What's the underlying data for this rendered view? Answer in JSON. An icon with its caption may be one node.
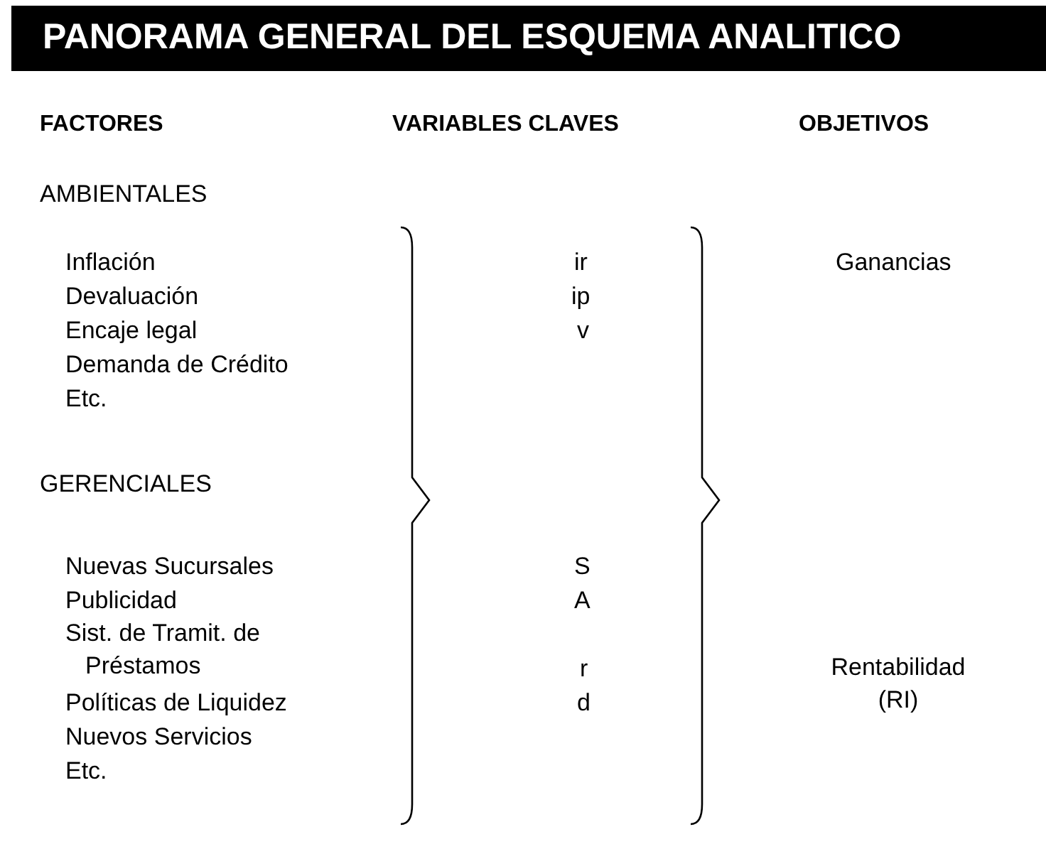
{
  "diagram": {
    "title": "PANORAMA GENERAL DEL ESQUEMA ANALITICO",
    "labels": [
      "FACTORES",
      "VARIABLES CLAVES",
      "OBJETIVOS",
      "AMBIENTALES",
      "Inflación",
      "ir",
      "Ganancias",
      "Devaluación",
      "ip",
      "Encaje legal",
      "v",
      "Demanda de Crédito",
      "Etc.",
      "GERENCIALES",
      "Nuevas Sucursales",
      "S",
      "Publicidad",
      "A",
      "Sist. de Tramit. de Préstamos",
      "r",
      "Rentabilidad (RI)",
      "Políticas de Liquidez",
      "d",
      "Nuevos Servicios",
      "Etc."
    ]
  }
}
